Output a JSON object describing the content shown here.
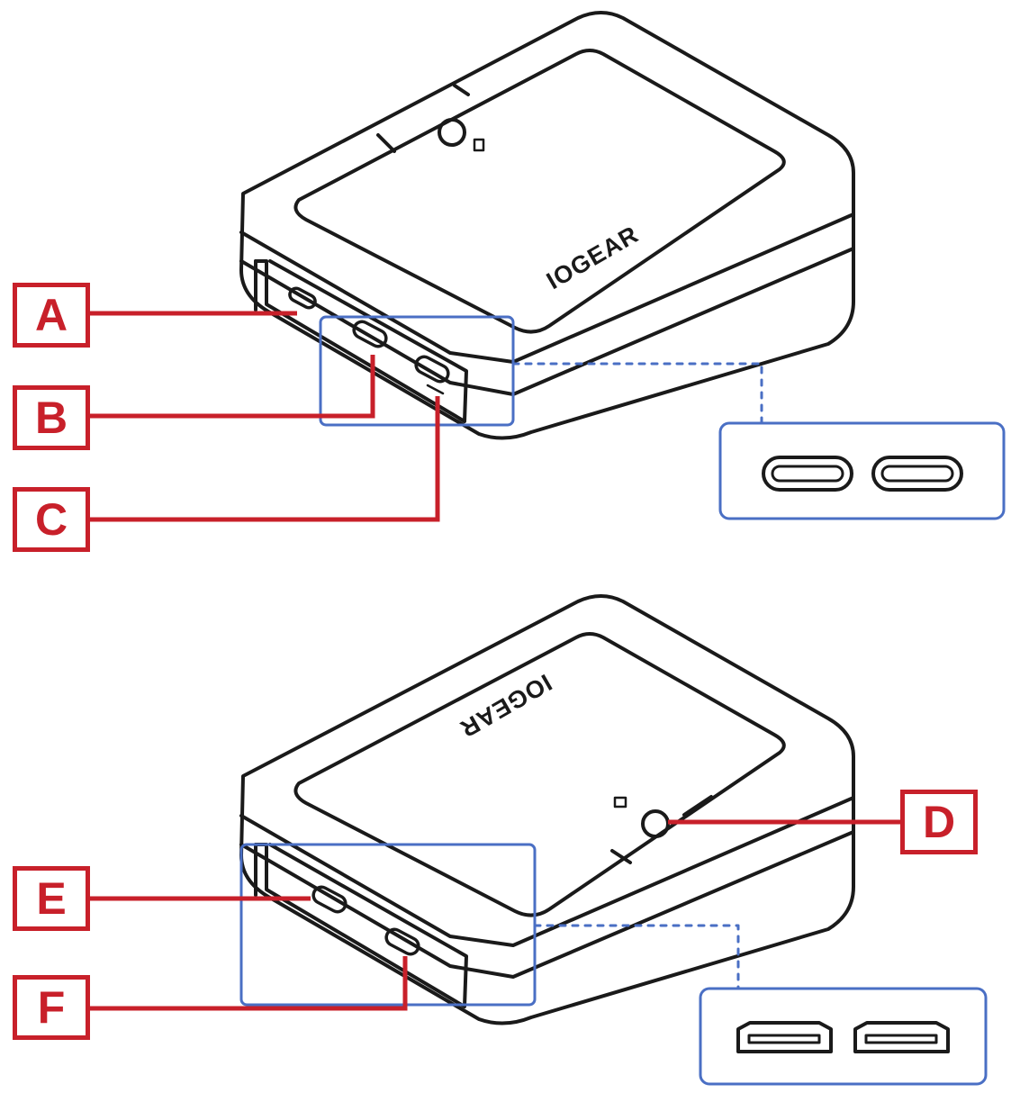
{
  "labels": {
    "a": "A",
    "b": "B",
    "c": "C",
    "d": "D",
    "e": "E",
    "f": "F"
  },
  "brand": "IOGEAR",
  "colors": {
    "label_red": "#c8202a",
    "callout_blue": "#4a6fc4",
    "outline": "#1a1a1a"
  }
}
